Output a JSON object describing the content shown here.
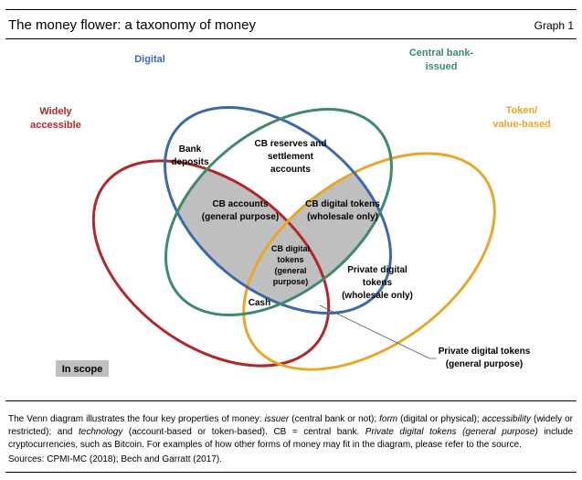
{
  "header": {
    "title": "The money flower: a taxonomy of money",
    "graph_number": "Graph 1"
  },
  "sets": {
    "digital": "Digital",
    "central_bank_line1": "Central bank-",
    "central_bank_line2": "issued",
    "widely_line1": "Widely",
    "widely_line2": "accessible",
    "token_line1": "Token/",
    "token_line2": "value-based"
  },
  "colors": {
    "digital": "#3a6aaa",
    "central_bank": "#3e8a6a",
    "widely": "#b0282e",
    "token": "#e8a62a",
    "in_scope_fill": "#bfbfbf"
  },
  "regions": {
    "bank_deposits_1": "Bank",
    "bank_deposits_2": "deposits",
    "cb_reserves_1": "CB reserves and",
    "cb_reserves_2": "settlement",
    "cb_reserves_3": "accounts",
    "cb_accounts_1": "CB accounts",
    "cb_accounts_2": "(general purpose)",
    "cb_tokens_wh_1": "CB digital tokens",
    "cb_tokens_wh_2": "(wholesale only)",
    "cb_tokens_gp_1": "CB digital",
    "cb_tokens_gp_2": "tokens",
    "cb_tokens_gp_3": "(general",
    "cb_tokens_gp_4": "purpose)",
    "private_wh_1": "Private digital",
    "private_wh_2": "tokens",
    "private_wh_3": "(wholesale only)",
    "cash": "Cash",
    "private_gp_1": "Private digital tokens",
    "private_gp_2": "(general purpose)"
  },
  "legend": {
    "in_scope": "In scope"
  },
  "footnote": {
    "p1": "The Venn diagram illustrates the four key properties of money: ",
    "issuer": "issuer",
    "p2": " (central bank or not); ",
    "form": "form",
    "p3": " (digital or physical); ",
    "accessibility": "accessibility",
    "p4": " (widely or restricted); and ",
    "technology": "technology",
    "p5": " (account-based or token-based). CB = central bank. ",
    "pdt": "Private digital tokens (general purpose)",
    "p6": " include cryptocurrencies, such as Bitcoin. For examples of how other forms of money may fit in the diagram, please refer to the source."
  },
  "sources": "Sources: CPMI-MC (2018); Bech and Garratt (2017)."
}
